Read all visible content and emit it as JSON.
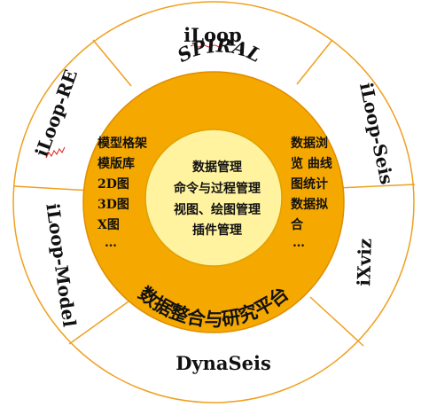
{
  "colors": {
    "outer_ring": "#FFFFFF",
    "outer_stroke": "#F0A020",
    "middle_ring": "#F5A800",
    "middle_stroke": "#E08C00",
    "inner_circle": "#FFF3A0",
    "inner_stroke": "#E0A000",
    "text": "#111111",
    "spellcheck_underline": "#E02020"
  },
  "outer_segments": [
    "iLoop",
    "iLoop-Seis",
    "iXviz",
    "DynaSeis",
    "iLoop-Model",
    "iLoop-RE"
  ],
  "ring": {
    "top_label": "SPIRAL",
    "bottom_label": "数据整合与研究平台",
    "left_lines": [
      "模型格架",
      "模版库",
      "2D图",
      "3D图",
      "X图",
      "…"
    ],
    "right_lines": [
      "数据浏",
      "览 曲线",
      "图统计",
      "数据拟",
      "合",
      "…"
    ]
  },
  "core": {
    "lines": [
      "数据管理",
      "命令与过程管理",
      "视图、绘图管理",
      "插件管理"
    ]
  }
}
